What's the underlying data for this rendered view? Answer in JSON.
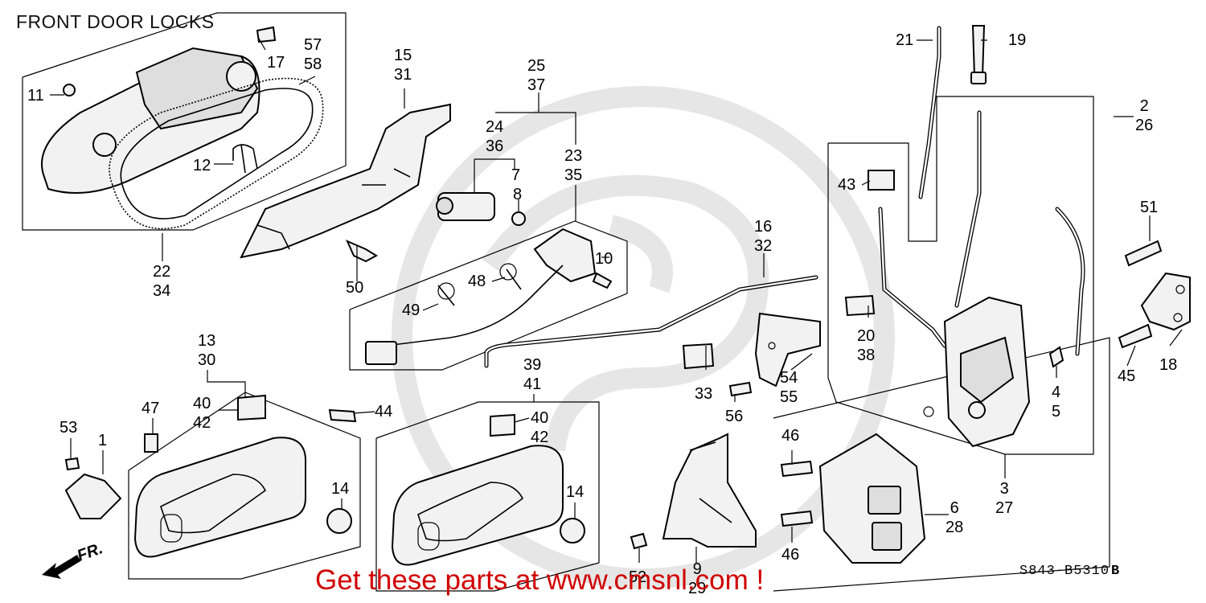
{
  "diagram": {
    "title": "FRONT DOOR LOCKS",
    "diagram_code": "S843-B5310",
    "revision_mark": "B",
    "promo_text": "Get these parts at www.cmsnl.com !",
    "direction_label": "FR.",
    "colors": {
      "promo": "#d00000",
      "line": "#000000",
      "watermark": "#e6e6e6"
    },
    "icons": [
      "direction-arrow-icon",
      "watermark-logo-icon"
    ],
    "callouts": [
      {
        "name": "callout-11",
        "lines": [
          "11"
        ]
      },
      {
        "name": "callout-17",
        "lines": [
          "17"
        ]
      },
      {
        "name": "callout-57-58",
        "lines": [
          "57",
          "58"
        ]
      },
      {
        "name": "callout-12",
        "lines": [
          "12"
        ]
      },
      {
        "name": "callout-22-34",
        "lines": [
          "22",
          "34"
        ]
      },
      {
        "name": "callout-15-31",
        "lines": [
          "15",
          "31"
        ]
      },
      {
        "name": "callout-25-37",
        "lines": [
          "25",
          "37"
        ]
      },
      {
        "name": "callout-24-36",
        "lines": [
          "24",
          "36"
        ]
      },
      {
        "name": "callout-7",
        "lines": [
          "7"
        ]
      },
      {
        "name": "callout-23-35",
        "lines": [
          "23",
          "35"
        ]
      },
      {
        "name": "callout-8",
        "lines": [
          "8"
        ]
      },
      {
        "name": "callout-10",
        "lines": [
          "10"
        ]
      },
      {
        "name": "callout-48",
        "lines": [
          "48"
        ]
      },
      {
        "name": "callout-49",
        "lines": [
          "49"
        ]
      },
      {
        "name": "callout-50",
        "lines": [
          "50"
        ]
      },
      {
        "name": "callout-16-32",
        "lines": [
          "16",
          "32"
        ]
      },
      {
        "name": "callout-21",
        "lines": [
          "21"
        ]
      },
      {
        "name": "callout-19",
        "lines": [
          "19"
        ]
      },
      {
        "name": "callout-2-26",
        "lines": [
          "2",
          "26"
        ]
      },
      {
        "name": "callout-43",
        "lines": [
          "43"
        ]
      },
      {
        "name": "callout-51",
        "lines": [
          "51"
        ]
      },
      {
        "name": "callout-20-38",
        "lines": [
          "20",
          "38"
        ]
      },
      {
        "name": "callout-18",
        "lines": [
          "18"
        ]
      },
      {
        "name": "callout-45",
        "lines": [
          "45"
        ]
      },
      {
        "name": "callout-4-5",
        "lines": [
          "4",
          "5"
        ]
      },
      {
        "name": "callout-13-30",
        "lines": [
          "13",
          "30"
        ]
      },
      {
        "name": "callout-39-41",
        "lines": [
          "39",
          "41"
        ]
      },
      {
        "name": "callout-47",
        "lines": [
          "47"
        ]
      },
      {
        "name": "callout-40-42-left",
        "lines": [
          "40",
          "42"
        ]
      },
      {
        "name": "callout-44",
        "lines": [
          "44"
        ]
      },
      {
        "name": "callout-53",
        "lines": [
          "53"
        ]
      },
      {
        "name": "callout-1",
        "lines": [
          "1"
        ]
      },
      {
        "name": "callout-40-42-right",
        "lines": [
          "40",
          "42"
        ]
      },
      {
        "name": "callout-33",
        "lines": [
          "33"
        ]
      },
      {
        "name": "callout-54-55",
        "lines": [
          "54",
          "55"
        ]
      },
      {
        "name": "callout-56",
        "lines": [
          "56"
        ]
      },
      {
        "name": "callout-46-top",
        "lines": [
          "46"
        ]
      },
      {
        "name": "callout-3-27",
        "lines": [
          "3",
          "27"
        ]
      },
      {
        "name": "callout-6-28",
        "lines": [
          "6",
          "28"
        ]
      },
      {
        "name": "callout-14-left",
        "lines": [
          "14"
        ]
      },
      {
        "name": "callout-14-right",
        "lines": [
          "14"
        ]
      },
      {
        "name": "callout-46-bottom",
        "lines": [
          "46"
        ]
      },
      {
        "name": "callout-9-29",
        "lines": [
          "9",
          "29"
        ]
      },
      {
        "name": "callout-52",
        "lines": [
          "52"
        ]
      }
    ]
  }
}
